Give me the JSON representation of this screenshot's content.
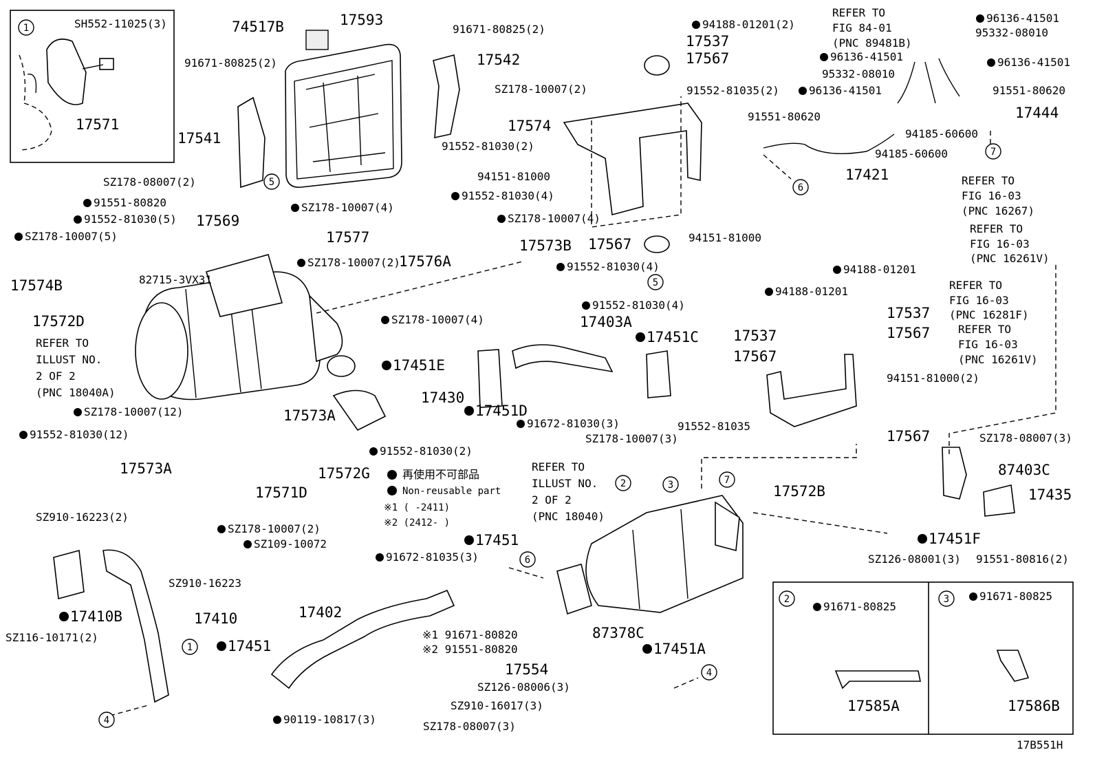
{
  "diagram_id": "17B551H",
  "legend": {
    "jp": "再使用不可部品",
    "en": "Non-reusable part",
    "note1": "※1 (      -2411)",
    "note2": "※2 (2412-      )"
  },
  "callouts": [
    "1",
    "2",
    "3",
    "4",
    "5",
    "6",
    "7"
  ],
  "labels": {
    "l01": "SH552-11025(3)",
    "l02": "17571",
    "l03": "74517B",
    "l04": "17593",
    "l05": "91671-80825(2)",
    "l06": "91671-80825(2)",
    "l07": "17542",
    "l08": "SZ178-10007(2)",
    "l09": "17541",
    "l10": "91552-81030(2)",
    "l11": "SZ178-08007(2)",
    "l12": "91551-80820",
    "l13": "91552-81030(5)",
    "l14": "SZ178-10007(4)",
    "l15": "17569",
    "l16": "91552-81030(4)",
    "l17": "SZ178-10007(5)",
    "l18": "17577",
    "l19": "SZ178-10007(4)",
    "l20": "17573B",
    "l21": "17576A",
    "l22": "82715-3VX31",
    "l23": "SZ178-10007(2)",
    "l24": "91552-81030(4)",
    "l25": "17574B",
    "l26": "17572D",
    "l27": "REFER TO",
    "l28": "ILLUST NO.",
    "l29": "2 OF 2",
    "l30": "(PNC 18040A)",
    "l31": "SZ178-10007(4)",
    "l32": "91552-81030(4)",
    "l33": "17403A",
    "l34": "17451C",
    "l35": "17451E",
    "l36": "17430",
    "l37": "17451D",
    "l38": "SZ178-10007(12)",
    "l39": "17573A",
    "l40": "91552-81030(12)",
    "l41": "91672-81030(3)",
    "l42": "SZ178-10007(3)",
    "l43": "91552-81030(2)",
    "l44": "17573A",
    "l45": "17572G",
    "l46": "17571D",
    "l47": "94188-01201(2)",
    "l48": "17537",
    "l49": "17567",
    "l50": "91552-81035(2)",
    "l51": "17574",
    "l52": "94151-81000",
    "l53": "17567",
    "l54": "94151-81000",
    "l55": "REFER TO",
    "l56": "FIG 84-01",
    "l57": "(PNC 89481B)",
    "l58": "96136-41501",
    "l59": "95332-08010",
    "l60": "96136-41501",
    "l61": "95332-08010",
    "l62": "96136-41501",
    "l63": "96136-41501",
    "l64": "91551-80620",
    "l65": "91551-80620",
    "l66": "17444",
    "l67": "94185-60600",
    "l68": "94185-60600",
    "l69": "17421",
    "l70": "REFER TO",
    "l71": "FIG 16-03",
    "l72": "(PNC 16267)",
    "l73": "REFER TO",
    "l74": "FIG 16-03",
    "l75": "(PNC 16261V)",
    "l76": "REFER TO",
    "l77": "FIG 16-03",
    "l78": "(PNC 16281F)",
    "l79": "REFER TO",
    "l80": "FIG 16-03",
    "l81": "(PNC 16261V)",
    "l82": "94188-01201",
    "l83": "94188-01201",
    "l84": "17537",
    "l85": "17537",
    "l86": "17567",
    "l87": "17567",
    "l88": "94151-81000(2)",
    "l89": "91552-81035",
    "l90": "17567",
    "l91": "17572B",
    "l92": "SZ178-08007(3)",
    "l93": "87403C",
    "l94": "17435",
    "l95": "17451F",
    "l96": "SZ126-08001(3)",
    "l97": "91551-80816(2)",
    "l98": "REFER TO",
    "l99": "ILLUST NO.",
    "l100": "2 OF 2",
    "l101": "(PNC 18040)",
    "l102": "SZ910-16223(2)",
    "l103": "SZ178-10007(2)",
    "l104": "SZ109-10072",
    "l105": "SZ910-16223",
    "l106": "17410B",
    "l107": "17410",
    "l108": "SZ116-10171(2)",
    "l109": "17451",
    "l110": "17402",
    "l111": "91672-81035(3)",
    "l112": "17451",
    "l113": "※1 91671-80820",
    "l114": "※2 91551-80820",
    "l115": "87378C",
    "l116": "17451A",
    "l117": "17554",
    "l118": "SZ126-08006(3)",
    "l119": "SZ910-16017(3)",
    "l120": "SZ178-08007(3)",
    "l121": "90119-10817(3)",
    "l122": "91671-80825",
    "l123": "17585A",
    "l124": "91671-80825",
    "l125": "17586B"
  }
}
